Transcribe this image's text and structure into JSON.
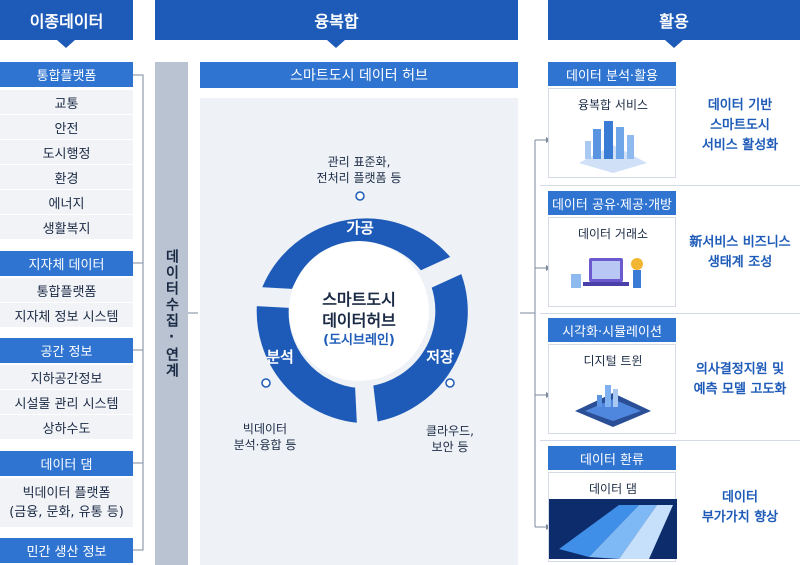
{
  "headers": {
    "left": "이종데이터",
    "center": "융복합",
    "right": "활용"
  },
  "left": {
    "groups": [
      {
        "title": "통합플랫폼",
        "items": [
          "교통",
          "안전",
          "도시행정",
          "환경",
          "에너지",
          "생활복지"
        ]
      },
      {
        "title": "지자체 데이터",
        "items": [
          "통합플랫폼",
          "지자체 정보 시스템"
        ]
      },
      {
        "title": "공간 정보",
        "items": [
          "지하공간정보",
          "시설물 관리 시스템",
          "상하수도"
        ]
      },
      {
        "title": "데이터 댐",
        "items": [
          "빅데이터 플랫폼",
          "(금융, 문화, 유통 등)"
        ]
      },
      {
        "title": "민간 생산 정보",
        "items": []
      }
    ]
  },
  "collect_label": "데이터수집·연계",
  "hub": {
    "header": "스마트도시 데이터 허브",
    "center_line1": "스마트도시",
    "center_line2": "데이터허브",
    "center_sub": "(도시브레인)",
    "segments": {
      "process": "가공",
      "store": "저장",
      "analyze": "분석"
    },
    "notes": {
      "top_line1": "관리 표준화,",
      "top_line2": "전처리 플랫폼 등",
      "bottom_left_line1": "빅데이터",
      "bottom_left_line2": "분석·융합 등",
      "bottom_right_line1": "클라우드,",
      "bottom_right_line2": "보안 등"
    }
  },
  "services": [
    {
      "category": "데이터 분석·활용",
      "label": "융복합 서비스",
      "desc_line1": "데이터 기반",
      "desc_line2": "스마트도시",
      "desc_line3": "서비스 활성화"
    },
    {
      "category": "데이터 공유·제공·개방",
      "label": "데이터 거래소",
      "desc_line1": "新서비스 비즈니스",
      "desc_line2": "생태계 조성",
      "desc_line3": ""
    },
    {
      "category": "시각화·시뮬레이션",
      "label": "디지털 트윈",
      "desc_line1": "의사결정지원 및",
      "desc_line2": "예측 모델 고도화",
      "desc_line3": ""
    },
    {
      "category": "데이터 환류",
      "label": "데이터 댐",
      "desc_line1": "데이터",
      "desc_line2": "부가가치 향상",
      "desc_line3": ""
    }
  ],
  "colors": {
    "primary": "#1e5bb8",
    "accent": "#2f74d0",
    "panel": "#eef1f6",
    "bar": "#b9c3d1"
  }
}
